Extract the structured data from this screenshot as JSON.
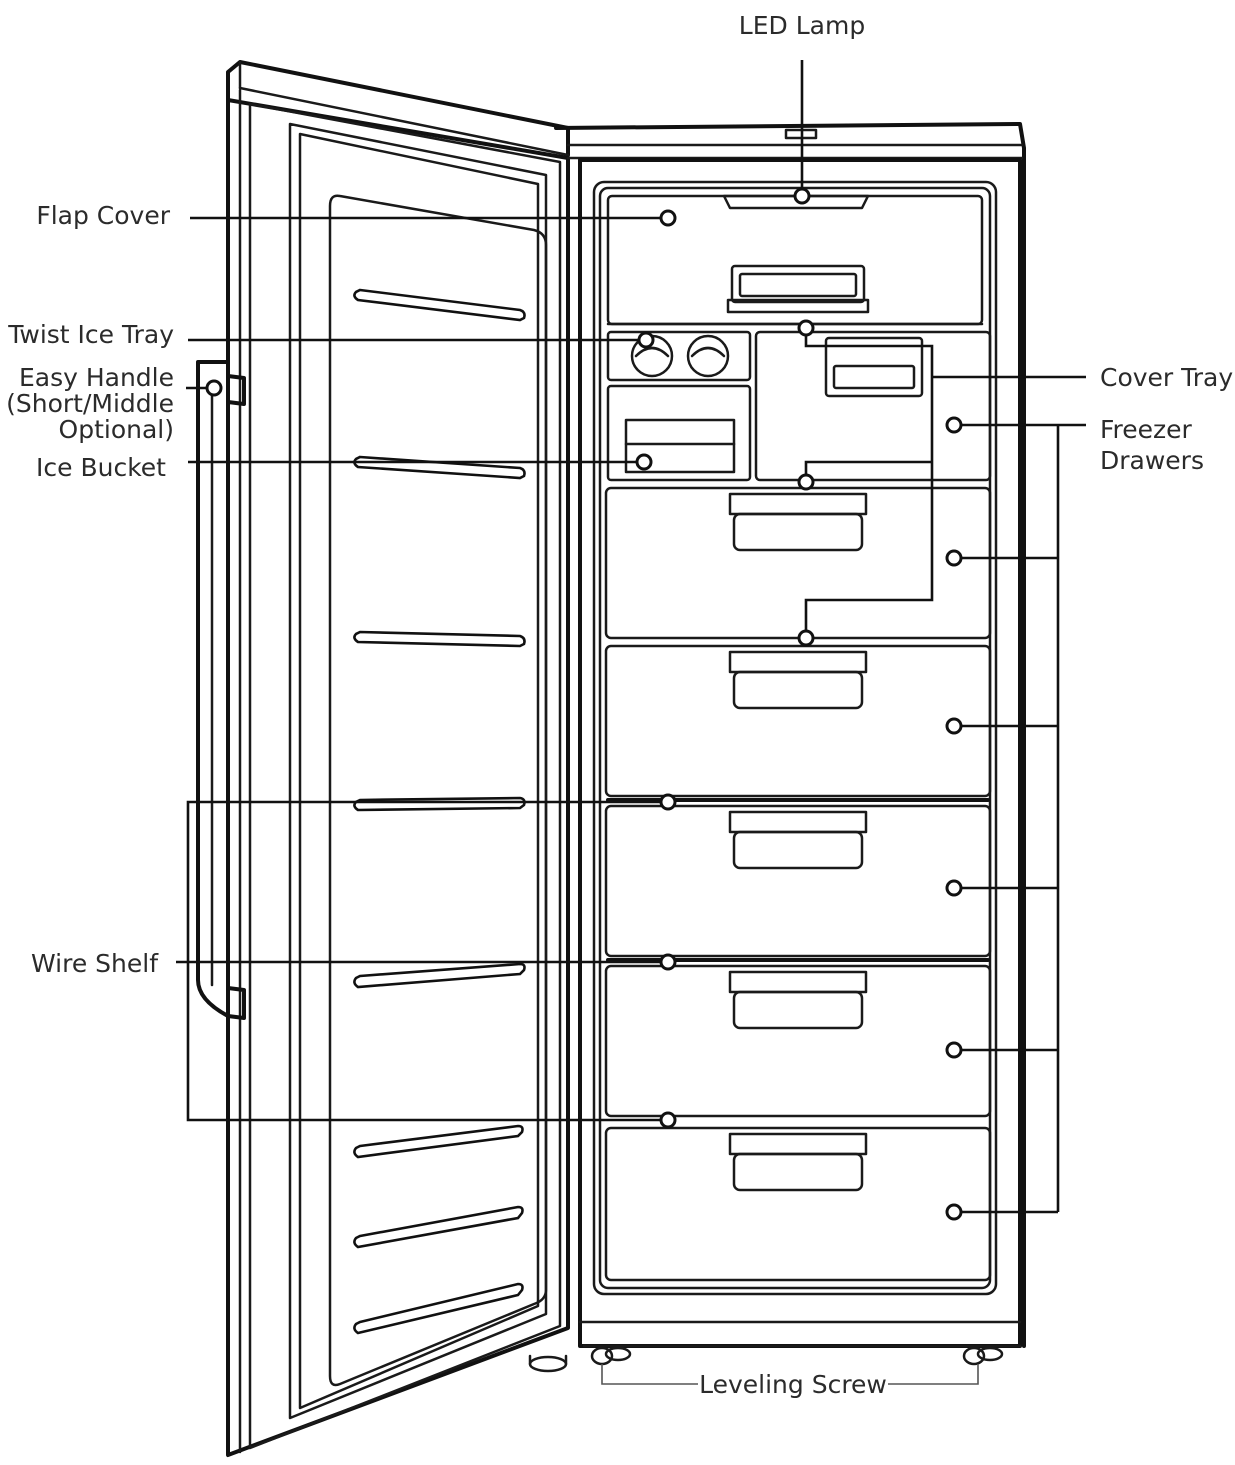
{
  "labels": {
    "led_lamp": "LED Lamp",
    "flap_cover": "Flap Cover",
    "twist_ice_tray": "Twist Ice Tray",
    "easy_handle_line1": "Easy Handle",
    "easy_handle_line2": "(Short/Middle",
    "easy_handle_line3": "Optional)",
    "ice_bucket": "Ice Bucket",
    "wire_shelf": "Wire Shelf",
    "cover_tray": "Cover Tray",
    "freezer_drawers_line1": "Freezer",
    "freezer_drawers_line2": "Drawers",
    "leveling_screw": "Leveling Screw"
  },
  "colors": {
    "line": "#111111",
    "text": "#2b2b2b",
    "background": "#ffffff"
  }
}
